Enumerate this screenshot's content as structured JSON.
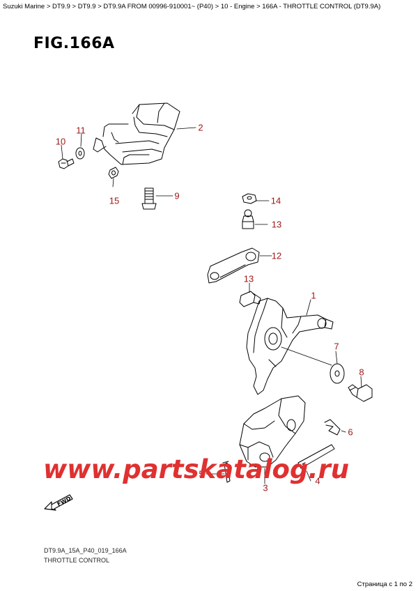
{
  "breadcrumb": "Suzuki Marine > DT9.9 > DT9.9 > DT9.9A FROM 00996-910001~ (P40) > 10 - Engine > 166A - THROTTLE CONTROL (DT9.9A)",
  "figure": {
    "title": "FIG.166A",
    "code": "DT9.9A_15A_P40_019_166A",
    "subtitle": "THROTTLE CONTROL"
  },
  "callouts": [
    {
      "id": "1",
      "label": "1"
    },
    {
      "id": "2",
      "label": "2"
    },
    {
      "id": "3",
      "label": "3"
    },
    {
      "id": "4",
      "label": "4"
    },
    {
      "id": "5",
      "label": "5"
    },
    {
      "id": "6",
      "label": "6"
    },
    {
      "id": "7",
      "label": "7"
    },
    {
      "id": "8",
      "label": "8"
    },
    {
      "id": "9",
      "label": "9"
    },
    {
      "id": "10",
      "label": "10"
    },
    {
      "id": "11",
      "label": "11"
    },
    {
      "id": "12",
      "label": "12"
    },
    {
      "id": "13a",
      "label": "13"
    },
    {
      "id": "13b",
      "label": "13"
    },
    {
      "id": "14",
      "label": "14"
    },
    {
      "id": "15",
      "label": "15"
    }
  ],
  "watermark": "www.partskatalog.ru",
  "fwd_label": "FWD",
  "page_status": "Страница с 1 по 2",
  "colors": {
    "callout": "#a01818",
    "watermark": "#e03030",
    "line": "#000000"
  }
}
